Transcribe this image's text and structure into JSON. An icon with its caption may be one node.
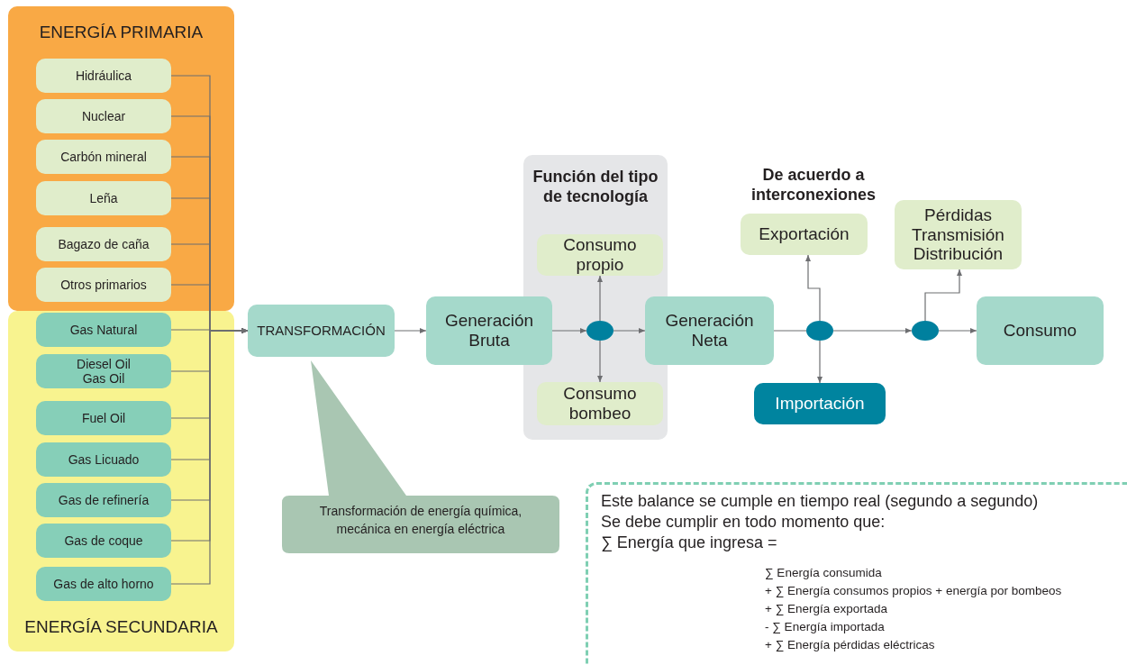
{
  "diagram": {
    "nodes": [
      {
        "text": [
          "ENERGÍA PRIMARIA"
        ]
      },
      {
        "text": [
          "Hidráulica"
        ],
        "in": 0
      },
      {
        "text": [
          "Nuclear"
        ],
        "in": 0
      },
      {
        "text": [
          "Carbón mineral"
        ],
        "in": 0
      },
      {
        "text": [
          "Leña"
        ],
        "in": 0
      },
      {
        "text": [
          "Bagazo de caña"
        ],
        "in": 0
      },
      {
        "text": [
          "Otros primarios"
        ],
        "in": 0
      },
      {
        "text": [
          "ENERGÍA SECUNDARIA"
        ]
      },
      {
        "text": [
          "Gas Natural"
        ],
        "in": 7
      },
      {
        "text": [
          "Diesel Oil Gas Oil"
        ],
        "in": 7
      },
      {
        "text": [
          "Fuel Oil"
        ],
        "in": 7
      },
      {
        "text": [
          "Gas Licuado"
        ],
        "in": 7
      },
      {
        "text": [
          "Gas de refinería"
        ],
        "in": 7
      },
      {
        "text": [
          "Gas de coque"
        ],
        "in": 7
      },
      {
        "text": [
          "Gas de alto horno"
        ],
        "in": 7
      },
      {
        "text": [
          "TRANSFORMACIÓN"
        ]
      },
      {
        "text": [
          "Transformación de energía química, mecánica en energía eléctrica"
        ]
      },
      {
        "text": [
          "Generación Bruta"
        ]
      },
      {
        "text": [
          "Función del tipo de tecnología"
        ]
      },
      {
        "text": [
          "Consumo propio"
        ],
        "in": 18
      },
      {
        "text": [],
        "shape": "circle",
        "in": 18
      },
      {
        "text": [
          "Consumo bombeo"
        ],
        "in": 18
      },
      {
        "text": [
          "Generación Neta"
        ]
      },
      {
        "text": [
          "Exportación"
        ]
      },
      {
        "text": [],
        "shape": "circle"
      },
      {
        "text": [
          "Importación"
        ]
      },
      {
        "text": [
          "Pérdidas Transmisión Distribución"
        ]
      },
      {
        "text": [],
        "shape": "circle"
      },
      {
        "text": [
          "Consumo"
        ]
      },
      {
        "text": [
          "Este balance se cumple en tiempo real (segundo a segundo)",
          "Se debe cumplir en todo momento que:",
          "∑ Energía que ingresa =",
          "∑ Energía consumida",
          "+ ∑ Energía consumos propios + energía por bombeos",
          "+ ∑ Energía exportada",
          "-  ∑ Energía importada",
          "+ ∑ Energía pérdidas eléctricas"
        ]
      }
    ],
    "edges": [
      {
        "from": 1,
        "to": 15,
        "arrow": "to"
      },
      {
        "from": 2,
        "to": 15,
        "arrow": "to"
      },
      {
        "from": 3,
        "to": 15,
        "arrow": "to"
      },
      {
        "from": 4,
        "to": 15,
        "arrow": "to"
      },
      {
        "from": 5,
        "to": 15,
        "arrow": "to"
      },
      {
        "from": 6,
        "to": 15,
        "arrow": "to"
      },
      {
        "from": 8,
        "to": 15,
        "arrow": "to"
      },
      {
        "from": 9,
        "to": 15,
        "arrow": "to"
      },
      {
        "from": 10,
        "to": 15,
        "arrow": "to"
      },
      {
        "from": 11,
        "to": 15,
        "arrow": "to"
      },
      {
        "from": 12,
        "to": 15,
        "arrow": "to"
      },
      {
        "from": 13,
        "to": 15,
        "arrow": "to"
      },
      {
        "from": 14,
        "to": 15,
        "arrow": "to"
      },
      {
        "from": 15,
        "to": 17,
        "arrow": "to"
      },
      {
        "from": 17,
        "to": 20,
        "arrow": "to"
      },
      {
        "from": 20,
        "to": 19,
        "arrow": "to"
      },
      {
        "from": 20,
        "to": 21,
        "arrow": "to"
      },
      {
        "from": 20,
        "to": 22,
        "arrow": "to"
      },
      {
        "from": 22,
        "to": 24,
        "arrow": "none"
      },
      {
        "from": 24,
        "to": 23,
        "arrow": "to"
      },
      {
        "from": 24,
        "to": 25,
        "arrow": "to"
      },
      {
        "from": 24,
        "to": 27,
        "arrow": "to"
      },
      {
        "from": 27,
        "to": 26,
        "arrow": "to"
      },
      {
        "from": 27,
        "to": 28,
        "arrow": "to"
      }
    ],
    "labels": [
      "De acuerdo a interconexiones"
    ]
  }
}
